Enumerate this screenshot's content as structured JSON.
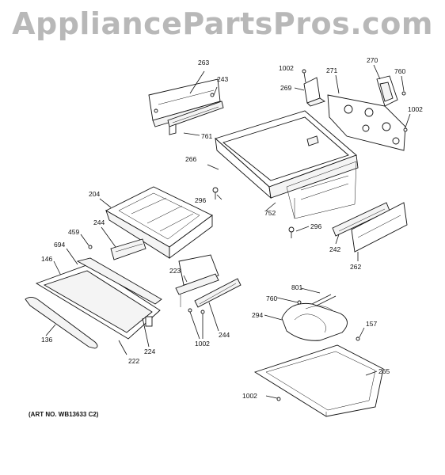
{
  "watermark": "AppliancePartsPros.com",
  "art_number": "(ART NO. WB13633 C2)",
  "labels": {
    "l263": "263",
    "l243": "243",
    "l761": "761",
    "l1002a": "1002",
    "l269": "269",
    "l271": "271",
    "l270": "270",
    "l760a": "760",
    "l1002b": "1002",
    "l266": "266",
    "l296a": "296",
    "l752": "752",
    "l296b": "296",
    "l204": "204",
    "l244a": "244",
    "l459": "459",
    "l694": "694",
    "l146": "146",
    "l242": "242",
    "l262": "262",
    "l223": "223",
    "l244b": "244",
    "l1002c": "1002",
    "l136": "136",
    "l222": "222",
    "l224": "224",
    "l801": "801",
    "l760b": "760",
    "l294": "294",
    "l157": "157",
    "l265": "265",
    "l1002d": "1002"
  }
}
